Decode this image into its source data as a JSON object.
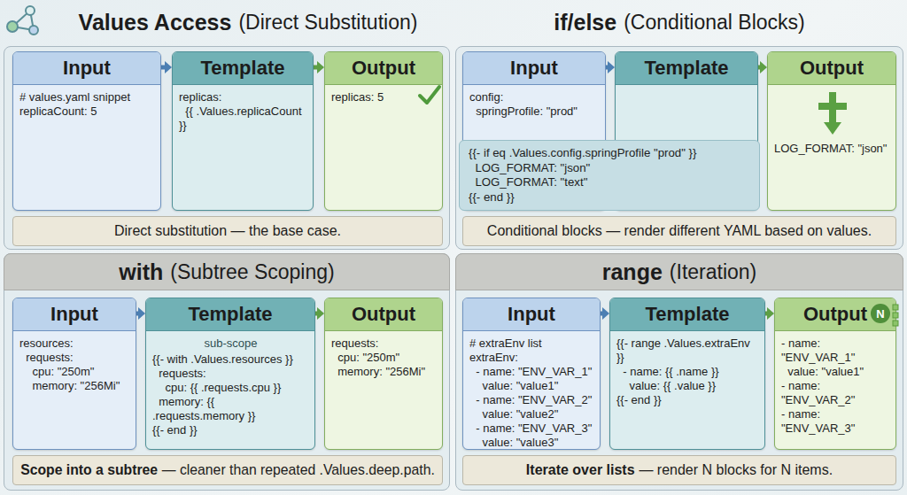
{
  "diagram": {
    "nodes": [
      {
        "text": [
          "Values Access",
          "(Direct Substitution)"
        ]
      },
      {
        "text": [
          "Input",
          "# values.yaml snippet",
          "replicaCount: 5"
        ],
        "in": 0
      },
      {
        "text": [
          "Template",
          "replicas:",
          "  {{ .Values.replicaCount }}"
        ],
        "in": 0
      },
      {
        "text": [
          "Output",
          "replicas: 5"
        ],
        "in": 0
      },
      {
        "text": [
          "Direct substitution — the base case."
        ],
        "in": 0
      },
      {
        "text": [
          "if/else",
          "(Conditional Blocks)"
        ]
      },
      {
        "text": [
          "Input",
          "config:",
          "  springProfile: \"prod\""
        ],
        "in": 5
      },
      {
        "text": [
          "Template"
        ],
        "in": 5
      },
      {
        "text": [
          "{{- if eq .Values.config.springProfile \"prod\" }}",
          "  LOG_FORMAT: \"json\"",
          "  LOG_FORMAT: \"text\"",
          "{{- end }}"
        ],
        "in": 5
      },
      {
        "text": [
          "Output",
          "LOG_FORMAT: \"json\""
        ],
        "in": 5
      },
      {
        "text": [
          "Conditional blocks — render different YAML based on values."
        ],
        "in": 5
      },
      {
        "text": [
          "with",
          "(Subtree Scoping)"
        ]
      },
      {
        "text": [
          "Input",
          "resources:",
          "  requests:",
          "    cpu: \"250m\"",
          "    memory: \"256Mi\""
        ],
        "in": 11
      },
      {
        "text": [
          "Template",
          "sub-scope",
          "{{- with .Values.resources }}",
          "  requests:",
          "    cpu: {{ .requests.cpu }}",
          "  memory: {{ .requests.memory }}",
          "{{- end }}"
        ],
        "in": 11
      },
      {
        "text": [
          "Output",
          "requests:",
          "  cpu: \"250m\"",
          "  memory: \"256Mi\""
        ],
        "in": 11
      },
      {
        "text": [
          "Scope into a subtree",
          "— cleaner than repeated .Values.deep.path."
        ],
        "in": 11
      },
      {
        "text": [
          "range",
          "(Iteration)"
        ]
      },
      {
        "text": [
          "Input",
          "# extraEnv list",
          "extraEnv:",
          "  - name: \"ENV_VAR_1\"",
          "    value: \"value1\"",
          "  - name: \"ENV_VAR_2\"",
          "    value: \"value2\"",
          "  - name: \"ENV_VAR_3\"",
          "    value: \"value3\""
        ],
        "in": 16
      },
      {
        "text": [
          "Template",
          "{{- range .Values.extraEnv }}",
          "  - name: {{ .name }}",
          "    value: {{ .value }}",
          "{{- end }}"
        ],
        "in": 16
      },
      {
        "text": [
          "Output",
          "- name: \"ENV_VAR_1\"",
          "  value: \"value1\"",
          "- name: \"ENV_VAR_2\"",
          "- name: \"ENV_VAR_3\""
        ],
        "in": 16
      },
      {
        "text": [
          "Iterate over lists",
          "— render N blocks for N items."
        ],
        "in": 16
      }
    ],
    "edges": [
      {
        "from": 1,
        "to": 2,
        "arrow": "to"
      },
      {
        "from": 2,
        "to": 3,
        "arrow": "to"
      },
      {
        "from": 6,
        "to": 7,
        "arrow": "to"
      },
      {
        "from": 7,
        "to": 9,
        "arrow": "to"
      },
      {
        "from": 12,
        "to": 13,
        "arrow": "to"
      },
      {
        "from": 13,
        "to": 14,
        "arrow": "to"
      },
      {
        "from": 17,
        "to": 18,
        "arrow": "to"
      },
      {
        "from": 18,
        "to": 19,
        "arrow": "to"
      }
    ],
    "labels": [
      "N"
    ]
  }
}
